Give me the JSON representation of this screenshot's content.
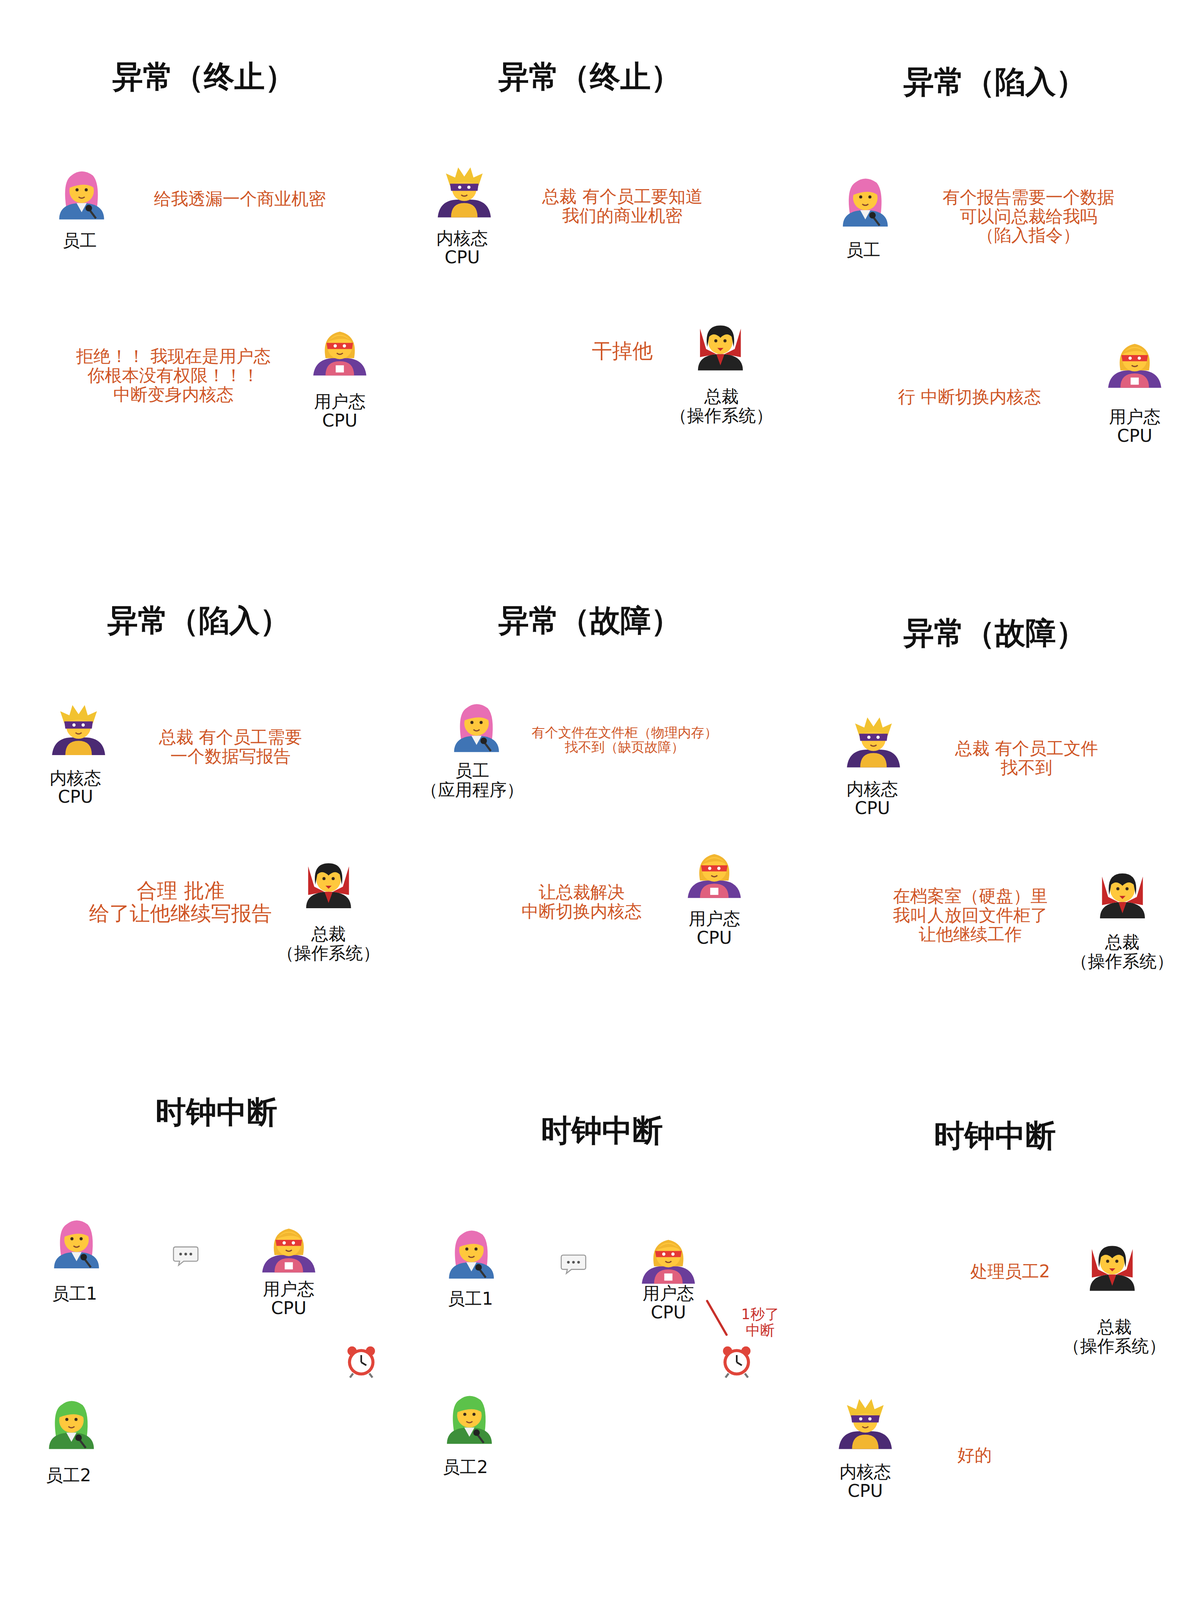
{
  "diagram": {
    "labels": [
      "异常（终止）",
      "员工",
      "给我透漏一个商业机密",
      "拒绝！！ 我现在是用户态 你根本没有权限！！！ 中断变身内核态",
      "用户态 CPU",
      "异常（终止）",
      "内核态 CPU",
      "总裁 有个员工要知道 我们的商业机密",
      "干掉他",
      "总裁 （操作系统）",
      "异常（陷入）",
      "员工",
      "有个报告需要一个数据 可以问总裁给我吗 （陷入指令）",
      "行 中断切换内核态",
      "用户态 CPU",
      "异常（陷入）",
      "内核态 CPU",
      "总裁 有个员工需要 一个数据写报告",
      "合理 批准 给了让他继续写报告",
      "总裁 （操作系统）",
      "异常（故障）",
      "员工 （应用程序）",
      "有个文件在文件柜（物理内存） 找不到（缺页故障）",
      "用户态 CPU",
      "让总裁解决 中断切换内核态",
      "异常（故障）",
      "内核态 CPU",
      "总裁 有个员工文件 找不到",
      "总裁 （操作系统）",
      "在档案室（硬盘）里 我叫人放回文件柜了 让他继续工作",
      "时钟中断",
      "员工1",
      "用户态 CPU",
      "员工2",
      "时钟中断",
      "员工1",
      "用户态 CPU",
      "1秒了 中断",
      "员工2",
      "时钟中断",
      "处理员工2",
      "总裁 （操作系统）",
      "内核态 CPU",
      "好的"
    ]
  }
}
